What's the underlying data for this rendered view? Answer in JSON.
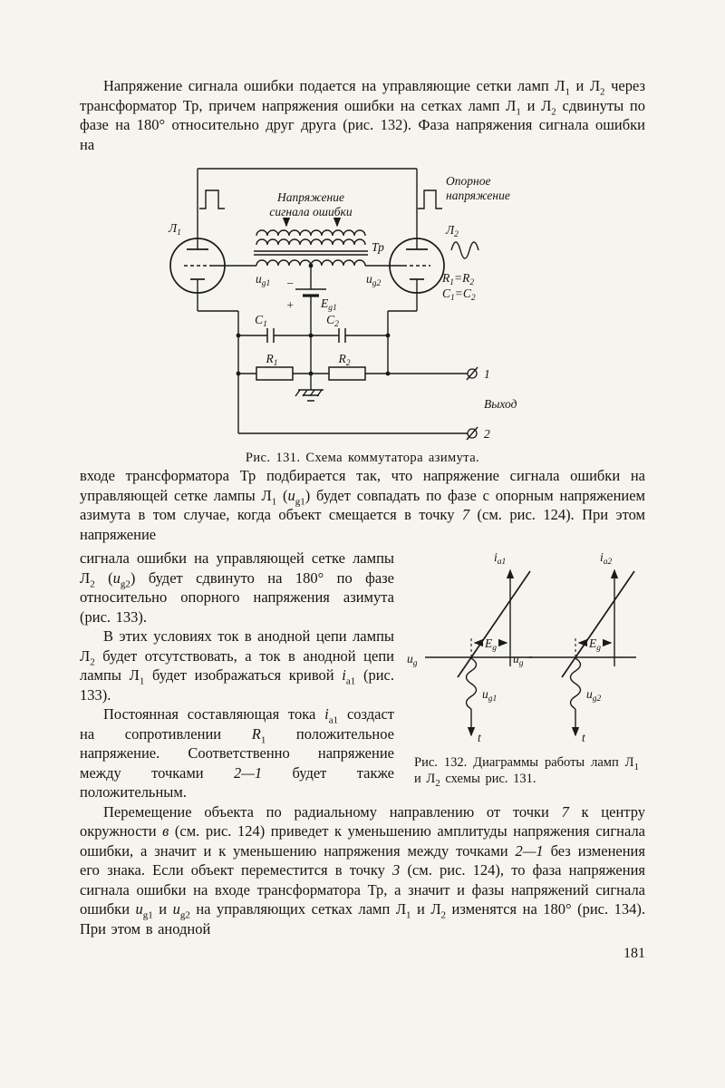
{
  "page": {
    "number": "181"
  },
  "text": {
    "p1": "Напряжение сигнала ошибки подается на управляющие сетки ламп Л~1~ и Л~2~ через трансформатор Тр, причем напряжения ошибки на сетках ламп Л~1~ и Л~2~ сдвинуты по фазе на 180° относительно друг друга (рис. 132). Фаза напряжения сигнала ошибки на",
    "p2": "входе трансформатора Тр подбирается так, что напряжение сигнала ошибки на управляющей сетке лампы Л~1~ (*u*~g1~) будет совпадать по фазе с опорным напряжением азимута в том случае, когда объект смещается в точку *7* (см. рис. 124). При этом напряжение",
    "p3": "сигнала ошибки на управляющей сетке лампы Л~2~ (*u*~g2~) будет сдвинуто на 180° по фазе относительно опорного напряжения азимута (рис. 133).",
    "p4": "В этих условиях ток в анодной цепи лампы Л~2~ будет отсутствовать, а ток в анодной цепи лампы Л~1~ будет изображаться кривой *i*~a1~ (рис. 133).",
    "p5": "Постоянная составляющая тока *i*~a1~ создаст на сопротивлении *R*~1~ положительное напряжение. Соответственно напряжение между точками *2—1* будет также положительным.",
    "p6": "Перемещение объекта по радиальному направлению от точки *7* к центру окружности *в* (см. рис. 124) приведет к уменьшению амплитуды напряжения сигнала ошибки, а значит и к уменьшению напряжения между точками *2—1* без изменения его знака. Если объект переместится в точку *3* (см. рис. 124), то фаза напряжения сигнала ошибки на входе трансформатора Тр, а значит и фазы напряжений сигнала ошибки *u*~g1~ и *u*~g2~ на управляющих сетках ламп Л~1~ и Л~2~ изменятся на 180° (рис. 134). При этом в анодной"
  },
  "fig131": {
    "caption": "Рис. 131. Схема коммутатора азимута.",
    "labels": {
      "error_voltage_line1": "Напряжение",
      "error_voltage_line2": "сигнала ошибки",
      "reference_line1": "Опорное",
      "reference_line2": "напряжение",
      "tube1_base": "Л",
      "tube1_sub": "1",
      "tube2_base": "Л",
      "tube2_sub": "2",
      "transformer": "Тр",
      "ug1_base": "u",
      "ug1_sub": "g1",
      "ug2_base": "u",
      "ug2_sub": "g2",
      "eg1_base": "E",
      "eg1_sub": "g1",
      "minus": "−",
      "plus": "+",
      "c1_base": "C",
      "c1_sub": "1",
      "c2_base": "C",
      "c2_sub": "2",
      "r1_base": "R",
      "r1_sub": "1",
      "r2_base": "R",
      "r2_sub": "2",
      "req_1": "R",
      "req_1s": "1",
      "req_2": "=R",
      "req_2s": "2",
      "ceq_1": "C",
      "ceq_1s": "1",
      "ceq_2": "=C",
      "ceq_2s": "2",
      "terminal1": "1",
      "terminal2": "2",
      "output": "Выход"
    }
  },
  "fig132": {
    "caption": "Рис. 132. Диаграммы работы ламп Л~1~ и Л~2~ схемы рис. 131.",
    "labels": {
      "ia1_base": "i",
      "ia1_sub": "a1",
      "ia2_base": "i",
      "ia2_sub": "a2",
      "ug_base": "u",
      "ug_sub": "g",
      "eg_base": "E",
      "eg_sub": "g",
      "ug1_base": "u",
      "ug1_sub": "g1",
      "ug2_base": "u",
      "ug2_sub": "g2",
      "t": "t"
    }
  }
}
